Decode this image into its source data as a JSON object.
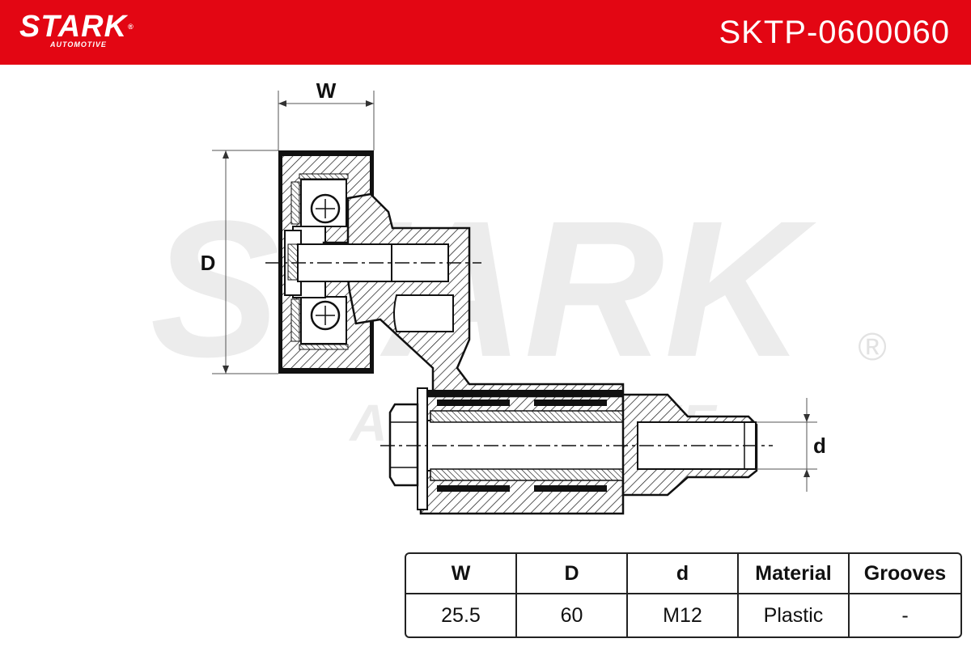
{
  "header": {
    "brand": "STARK",
    "brand_registered": "®",
    "brand_sub": "AUTOMOTIVE",
    "part_number": "SKTP-0600060",
    "background_color": "#e30613"
  },
  "watermark": {
    "text": "STARK",
    "sub": "AUTOMOTIVE",
    "registered": "®"
  },
  "dimensions": {
    "width_label": "W",
    "diameter_label": "D",
    "thread_label": "d"
  },
  "spec_table": {
    "headers": [
      "W",
      "D",
      "d",
      "Material",
      "Grooves"
    ],
    "values": [
      "25.5",
      "60",
      "M12",
      "Plastic",
      "-"
    ]
  }
}
